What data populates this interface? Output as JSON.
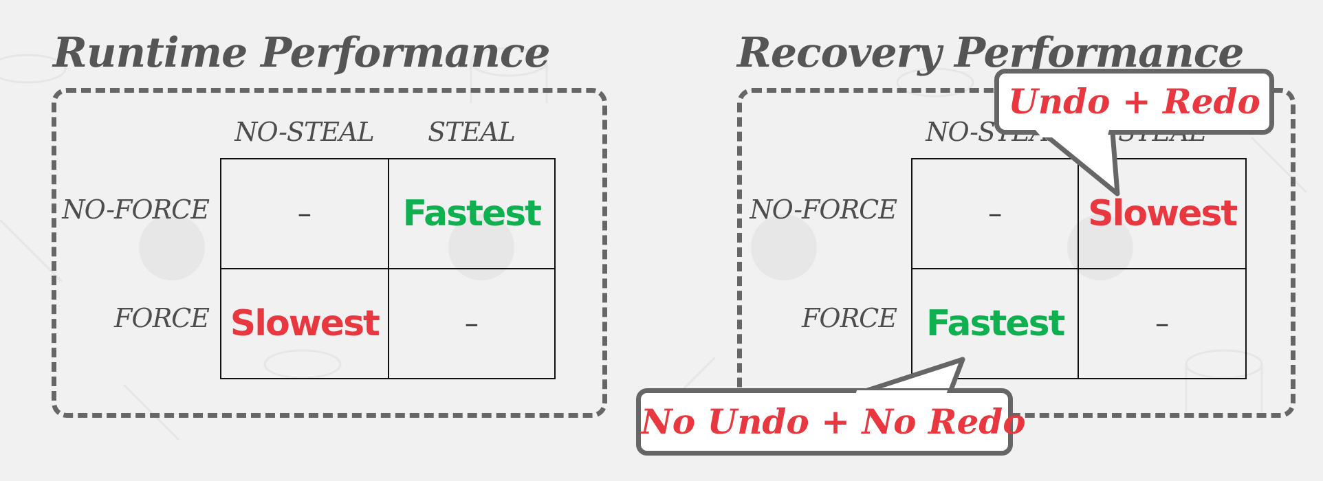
{
  "colors": {
    "background": "#f1f1f1",
    "title": "#555555",
    "frame": "#666666",
    "fast": "#0fb050",
    "slow": "#e8373f",
    "callout_text": "#e8373f"
  },
  "panels": [
    {
      "title": "Runtime Performance",
      "columns": [
        "NO-STEAL",
        "STEAL"
      ],
      "rows": [
        {
          "label": "NO-FORCE",
          "cells": [
            {
              "text": "–",
              "tone": "dash"
            },
            {
              "text": "Fastest",
              "tone": "fast"
            }
          ]
        },
        {
          "label": "FORCE",
          "cells": [
            {
              "text": "Slowest",
              "tone": "slow"
            },
            {
              "text": "–",
              "tone": "dash"
            }
          ]
        }
      ]
    },
    {
      "title": "Recovery Performance",
      "columns": [
        "NO-STEAL",
        "STEAL"
      ],
      "rows": [
        {
          "label": "NO-FORCE",
          "cells": [
            {
              "text": "–",
              "tone": "dash"
            },
            {
              "text": "Slowest",
              "tone": "slow"
            }
          ]
        },
        {
          "label": "FORCE",
          "cells": [
            {
              "text": "Fastest",
              "tone": "fast"
            },
            {
              "text": "–",
              "tone": "dash"
            }
          ]
        }
      ]
    }
  ],
  "callouts": {
    "undo_redo": "Undo + Redo",
    "no_undo_no_redo": "No Undo + No Redo"
  }
}
